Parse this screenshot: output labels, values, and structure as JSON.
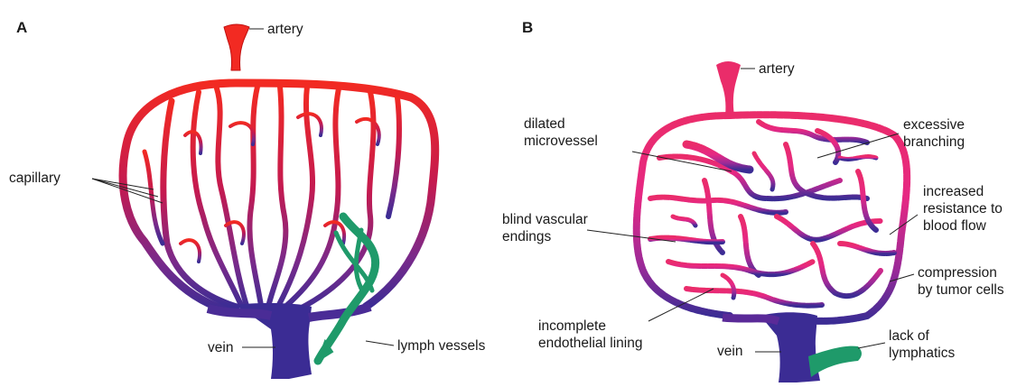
{
  "panel_a": {
    "letter": "A",
    "labels": {
      "artery": "artery",
      "capillary": "capillary",
      "vein": "vein",
      "lymph_vessels": "lymph vessels"
    }
  },
  "panel_b": {
    "letter": "B",
    "labels": {
      "artery": "artery",
      "dilated_microvessel": [
        "dilated",
        "microvessel"
      ],
      "excessive_branching": [
        "excessive",
        "branching"
      ],
      "increased_resistance": [
        "increased",
        "resistance to",
        "blood flow"
      ],
      "blind_vascular_endings": [
        "blind vascular",
        "endings"
      ],
      "compression": [
        "compression",
        "by tumor cells"
      ],
      "incomplete_lining": [
        "incomplete",
        "endothelial lining"
      ],
      "vein": "vein",
      "lack_of_lymphatics": [
        "lack of",
        "lymphatics"
      ]
    }
  },
  "colors": {
    "arterial": "#ee2a2a",
    "capillary_mid": "#c0184e",
    "venous": "#3f2a92",
    "tumor_vessel": "#e0297a",
    "lymph": "#1f9a6a"
  }
}
